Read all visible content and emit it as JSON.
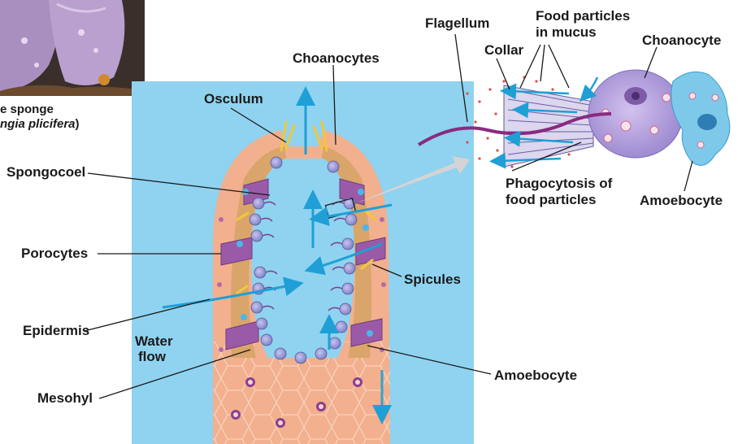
{
  "colors": {
    "water_background": "#8fd3f0",
    "sponge_outer": "#f2b08e",
    "mesohyl": "#d9a56a",
    "choanocyte": "#9aa0d8",
    "porocyte": "#9b5aa8",
    "flow_arrow": "#1f9fd6",
    "amoebocyte": "#7ec9ea",
    "leader_line": "#1a1a1a"
  },
  "photo": {
    "caption_line1": "e sponge",
    "caption_line2": "ngia plicifera"
  },
  "labels": {
    "choanocytes": "Choanocytes",
    "osculum": "Osculum",
    "spongocoel": "Spongocoel",
    "porocytes": "Porocytes",
    "epidermis": "Epidermis",
    "water_flow_1": "Water",
    "water_flow_2": "flow",
    "mesohyl": "Mesohyl",
    "spicules": "Spicules",
    "amoebocyte_lower": "Amoebocyte",
    "flagellum": "Flagellum",
    "food_particles_1": "Food particles",
    "food_particles_2": "in mucus",
    "collar": "Collar",
    "choanocyte": "Choanocyte",
    "phagocytosis_1": "Phagocytosis of",
    "phagocytosis_2": "food particles",
    "amoebocyte_right": "Amoebocyte"
  }
}
